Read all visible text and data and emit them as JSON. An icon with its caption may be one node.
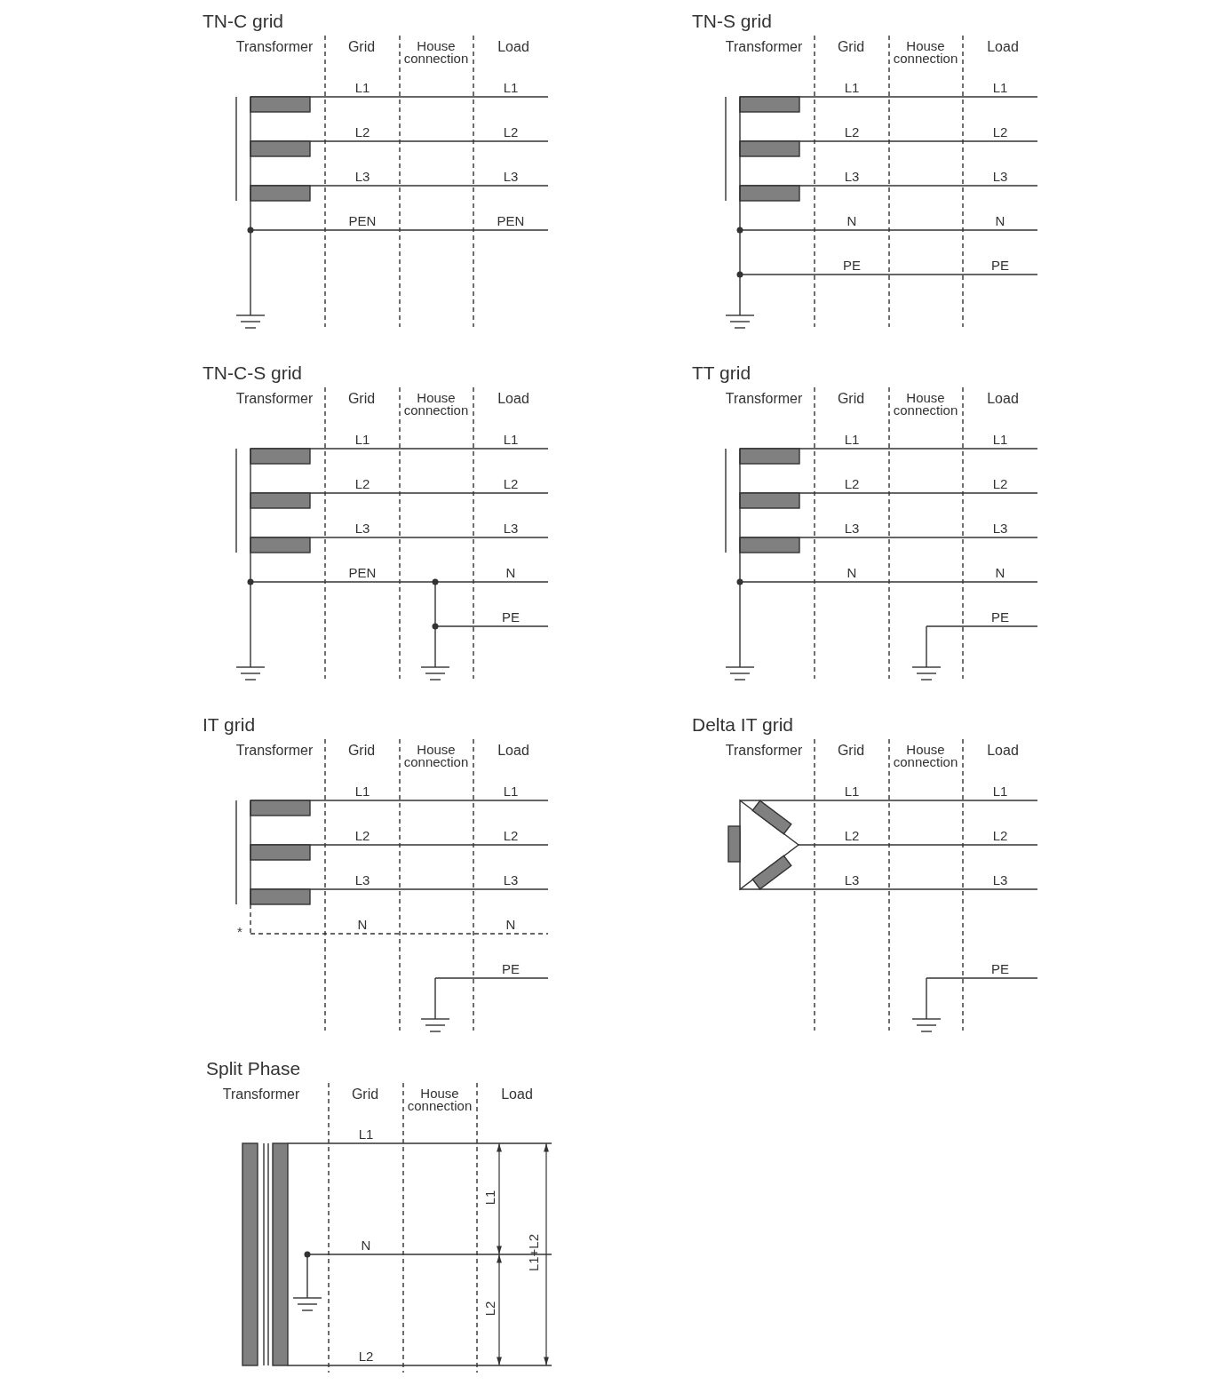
{
  "diagram": {
    "labels": [
      "TN-C grid",
      "Transformer",
      "Grid",
      "House connection",
      "Load",
      "L1",
      "L1",
      "L2",
      "L2",
      "L3",
      "L3",
      "PEN",
      "PEN",
      "TN-S grid",
      "Transformer",
      "Grid",
      "House connection",
      "Load",
      "L1",
      "L1",
      "L2",
      "L2",
      "L3",
      "L3",
      "N",
      "N",
      "PE",
      "PE",
      "TN-C-S grid",
      "Transformer",
      "Grid",
      "House connection",
      "Load",
      "L1",
      "L1",
      "L2",
      "L2",
      "L3",
      "L3",
      "PEN",
      "N",
      "PE",
      "TT grid",
      "Transformer",
      "Grid",
      "House connection",
      "Load",
      "L1",
      "L1",
      "L2",
      "L2",
      "L3",
      "L3",
      "N",
      "N",
      "PE",
      "IT grid",
      "Transformer",
      "Grid",
      "House connection",
      "Load",
      "L1",
      "L1",
      "L2",
      "L2",
      "L3",
      "L3",
      "*",
      "N",
      "N",
      "PE",
      "Delta IT grid",
      "Transformer",
      "Grid",
      "House connection",
      "Load",
      "L1",
      "L1",
      "L2",
      "L2",
      "L3",
      "L3",
      "PE",
      "Split Phase",
      "Transformer",
      "Grid",
      "House connection",
      "Load",
      "L1",
      "L1",
      "L1+L2",
      "N",
      "L2",
      "L2"
    ]
  }
}
